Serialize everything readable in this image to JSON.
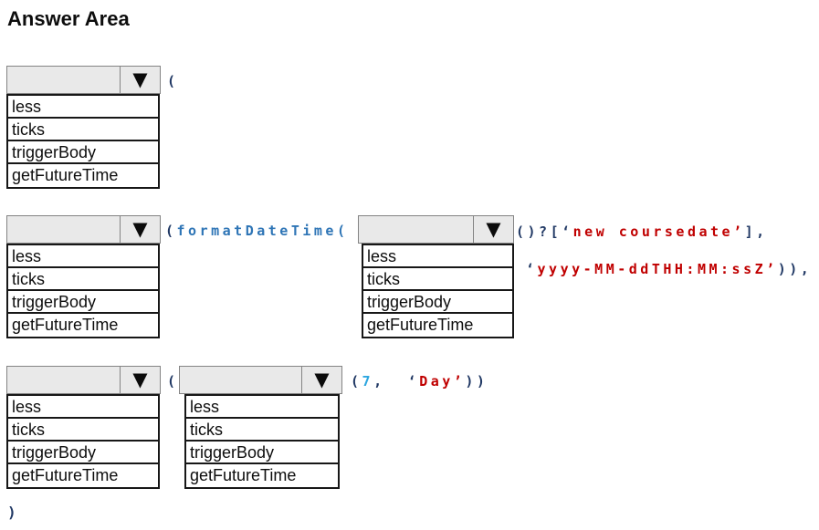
{
  "title": "Answer Area",
  "options": [
    "less",
    "ticks",
    "triggerBody",
    "getFutureTime"
  ],
  "dropdown": {
    "value": "",
    "arrow_icon": "▼"
  },
  "code": {
    "row1_open": "(",
    "row2": {
      "open": "(",
      "func": "formatDateTime",
      "func_open": "(",
      "arg_prefix": "()?[",
      "quote_open": "‘",
      "string_property": "new coursedate",
      "quote_close": "’",
      "arg_suffix": "],",
      "format_quote_open": "‘",
      "format_string": "yyyy-MM-ddTHH:MM:ssZ",
      "format_quote_close": "’",
      "format_suffix": ")),"
    },
    "row3": {
      "open": "(",
      "call_open": "(",
      "number": "7",
      "comma": ",  ",
      "quote_open": "‘",
      "string_unit": "Day",
      "quote_close": "’",
      "call_close": "))"
    },
    "final_close": ")"
  },
  "colors": {
    "punctuation": "#203864",
    "function_name": "#2e75b6",
    "number": "#2ea7e0",
    "string": "#c00000",
    "dropdown_fill": "#e9e9e9",
    "list_border": "#171717"
  }
}
